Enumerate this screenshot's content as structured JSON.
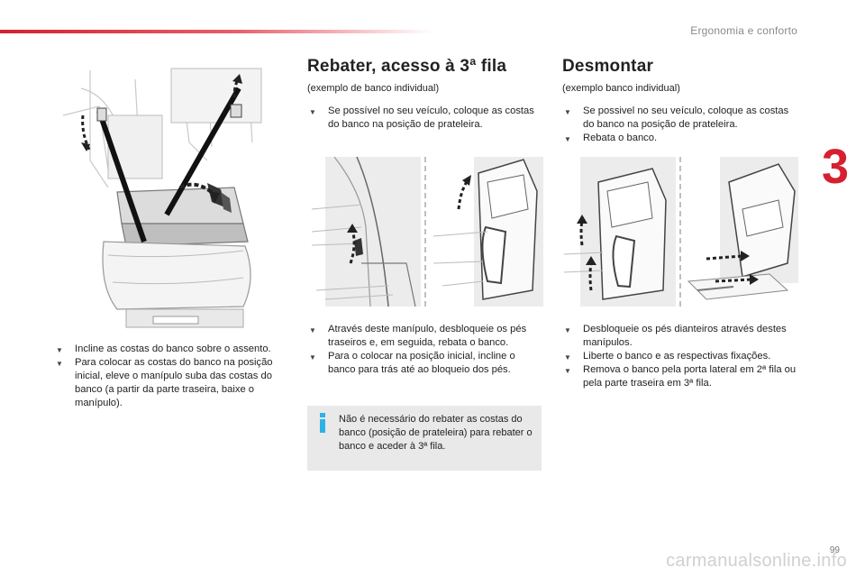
{
  "header": {
    "section_title": "Ergonomia e conforto",
    "chapter_number": "3"
  },
  "left": {
    "items": [
      "Incline as costas do banco sobre o assento.",
      "Para colocar as costas do banco na posição inicial, eleve o manípulo suba das costas do banco (a partir da parte traseira, baixe o manípulo)."
    ]
  },
  "middle": {
    "title": "Rebater, acesso à 3ª fila",
    "subtitle": "(exemplo de banco individual)",
    "items_top": [
      "Se possível no seu veículo, coloque as costas do banco na posição de prateleira."
    ],
    "items_bottom": [
      "Através deste manípulo, desbloqueie os pés traseiros e, em seguida, rebata o banco.",
      "Para o colocar na posição inicial, incline o banco para trás até ao bloqueio dos pés."
    ],
    "info_note": "Não é necessário do rebater as costas do banco (posição de prateleira) para rebater o banco e aceder à 3ª fila."
  },
  "right": {
    "title": "Desmontar",
    "subtitle": "(exemplo banco individual)",
    "items_top": [
      "Se possivel no seu veículo, coloque as costas do banco na posição de prateleira.",
      "Rebata o banco."
    ],
    "items_bottom": [
      "Desbloqueie os pés dianteiros através destes manípulos.",
      "Liberte o banco e as respectivas fixações.",
      "Remova o banco pela porta lateral em 2ª fila ou pela parte traseira em 3ª fila."
    ]
  },
  "footer": {
    "page_number": "99",
    "watermark": "carmanualsonline.info"
  },
  "colors": {
    "accent": "#d6202f",
    "info": "#2bb3e6",
    "box": "#e9e9e9"
  },
  "icons": {
    "bullet": "triangle-bullet-icon",
    "info": "info-icon"
  }
}
